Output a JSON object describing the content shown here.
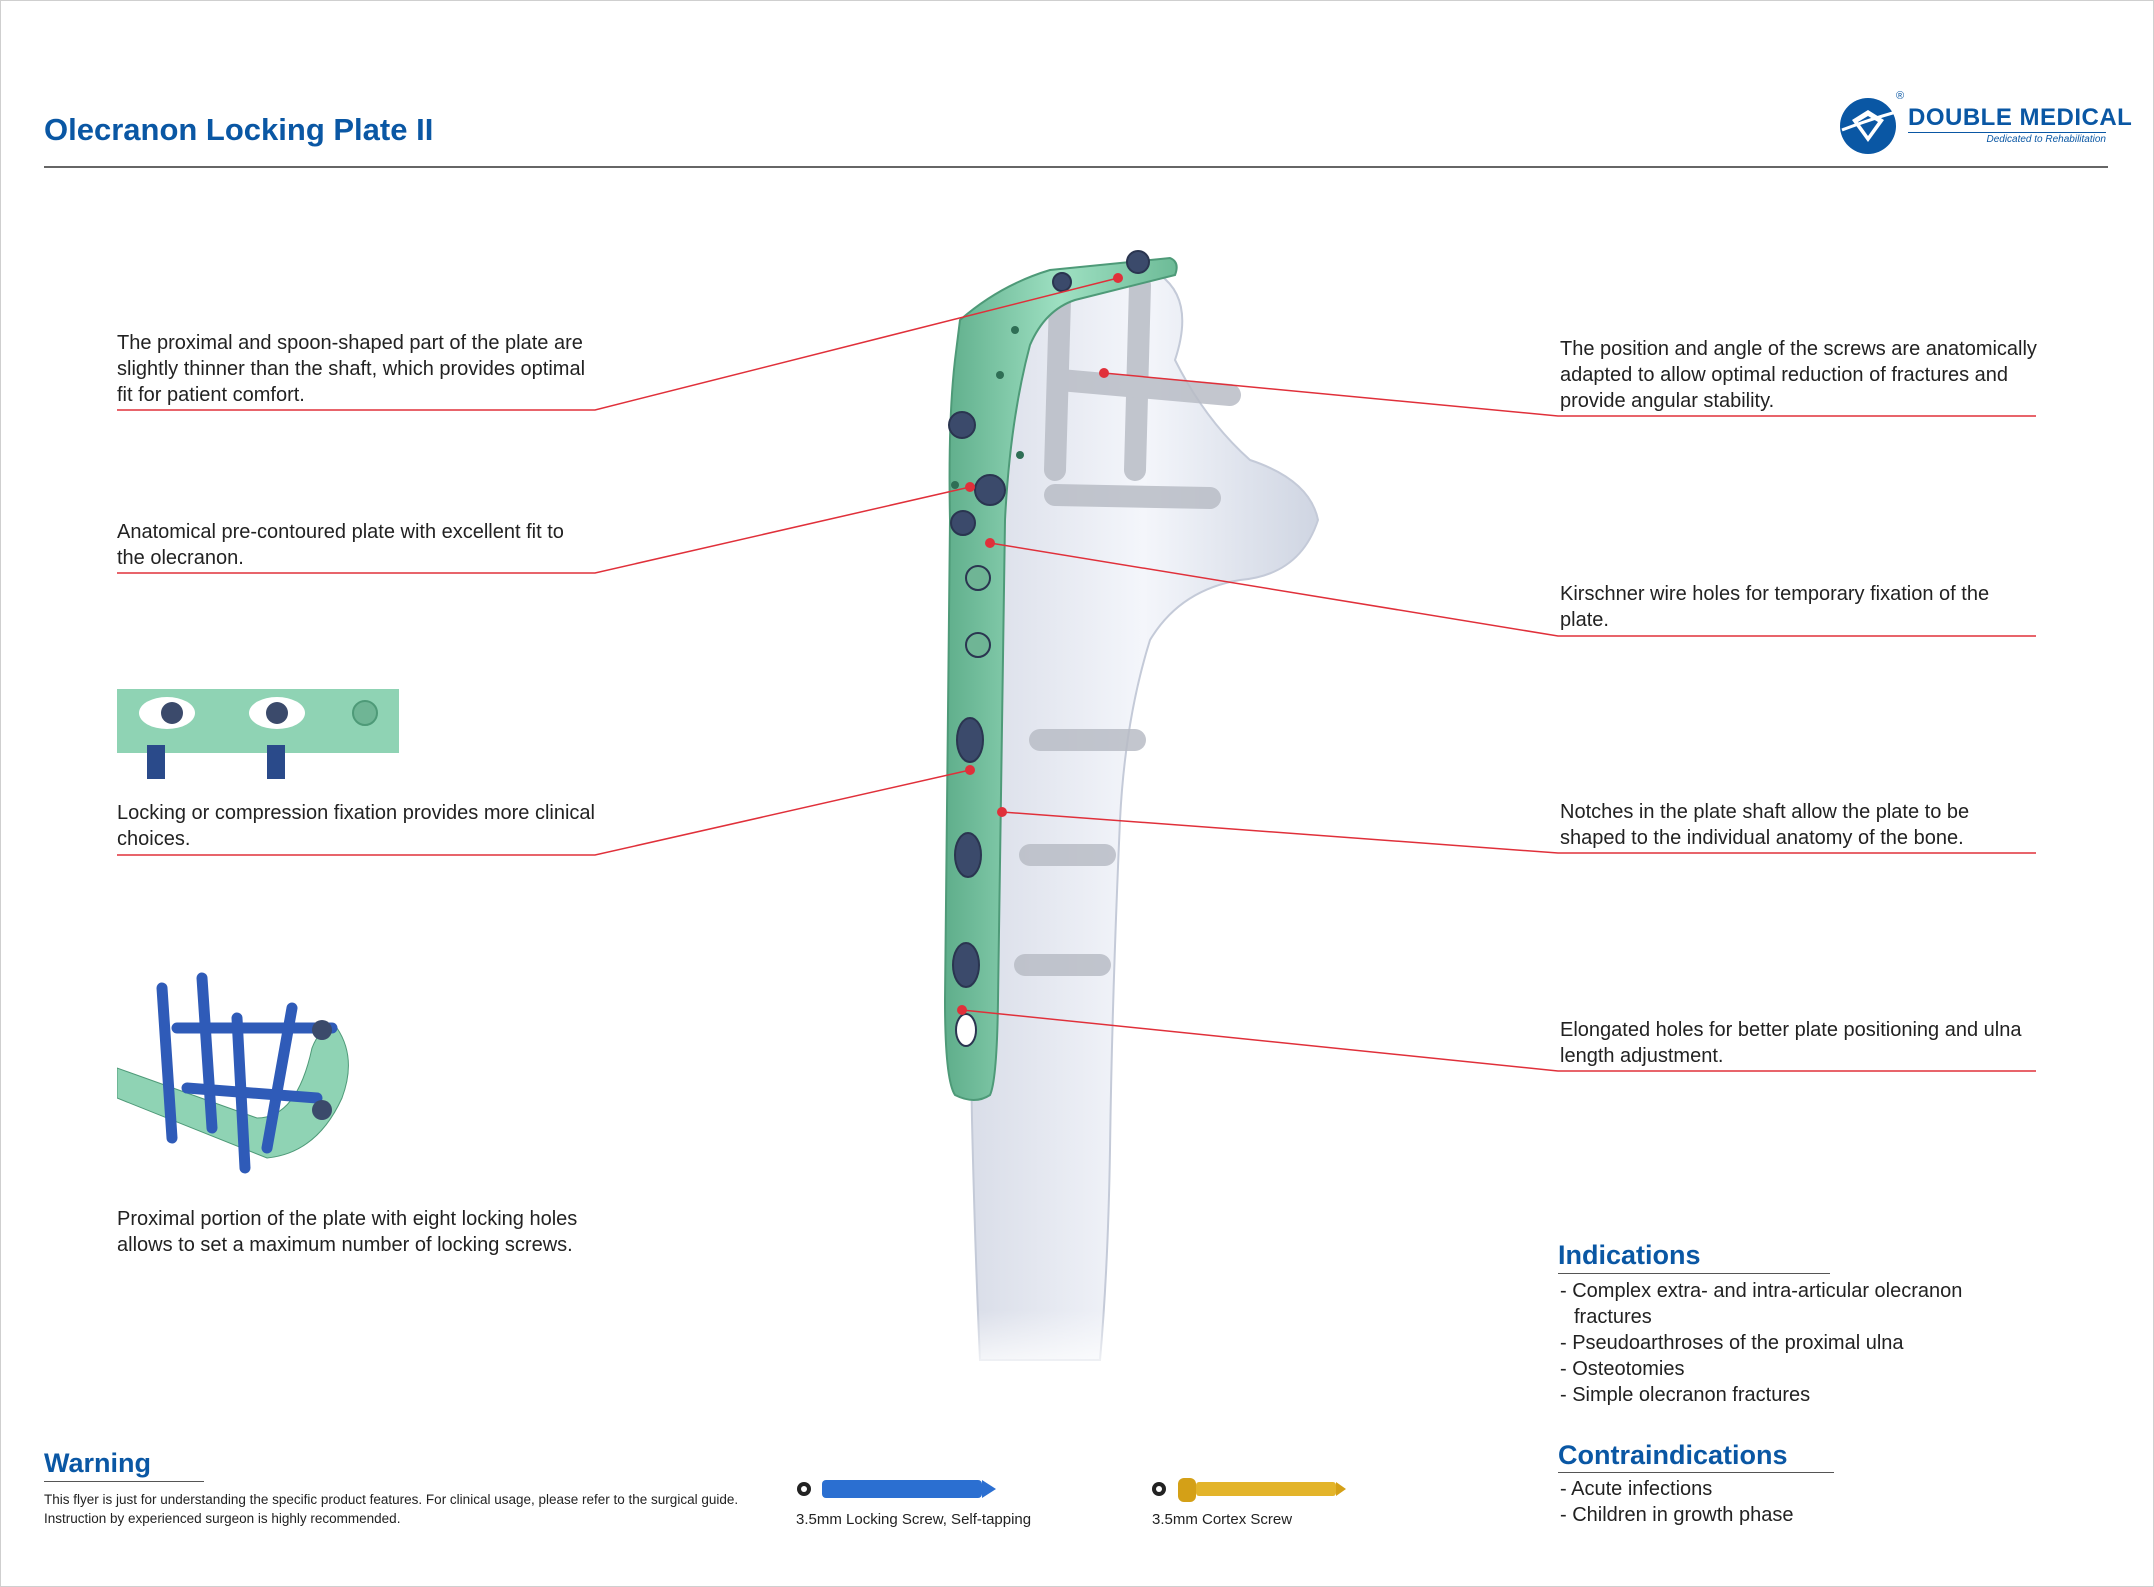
{
  "header": {
    "title": "Olecranon Locking Plate II",
    "brand_name": "DOUBLE MEDICAL",
    "brand_tagline": "Dedicated to Rehabilitation",
    "brand_reg": "®"
  },
  "features_left": [
    "The proximal and spoon-shaped part of the plate are slightly thinner than the shaft, which provides optimal fit for patient comfort.",
    "Anatomical pre-contoured plate with excellent fit to the olecranon.",
    "Locking or compression fixation provides more clinical choices.",
    "Proximal portion of the plate with eight locking holes allows to set a maximum number of locking screws."
  ],
  "features_right": [
    "The position and angle of the screws are anatomically adapted to allow optimal reduction of fractures and provide angular stability.",
    "Kirschner wire holes for temporary fixation of the plate.",
    "Notches in the plate shaft allow the plate to be shaped to the individual anatomy of the bone.",
    "Elongated holes for better plate positioning and ulna length adjustment."
  ],
  "indications": {
    "title": "Indications",
    "items": [
      "- Complex extra- and intra-articular olecranon fractures",
      "- Pseudoarthroses of the proximal ulna",
      "- Osteotomies",
      "- Simple olecranon fractures"
    ]
  },
  "contraindications": {
    "title": "Contraindications",
    "items": [
      "- Acute infections",
      "- Children in growth phase"
    ]
  },
  "warning": {
    "title": "Warning",
    "text": "This flyer is just for understanding the specific product features. For clinical usage, please refer to the surgical guide. Instruction by experienced surgeon is highly recommended."
  },
  "screws": [
    {
      "label": "3.5mm Locking Screw, Self-tapping",
      "color": "#2b6fd1"
    },
    {
      "label": "3.5mm Cortex Screw",
      "color": "#d4a017"
    }
  ],
  "colors": {
    "accent": "#0a57a4",
    "plate": "#8fd3b4",
    "callout_line": "#e0303a"
  }
}
